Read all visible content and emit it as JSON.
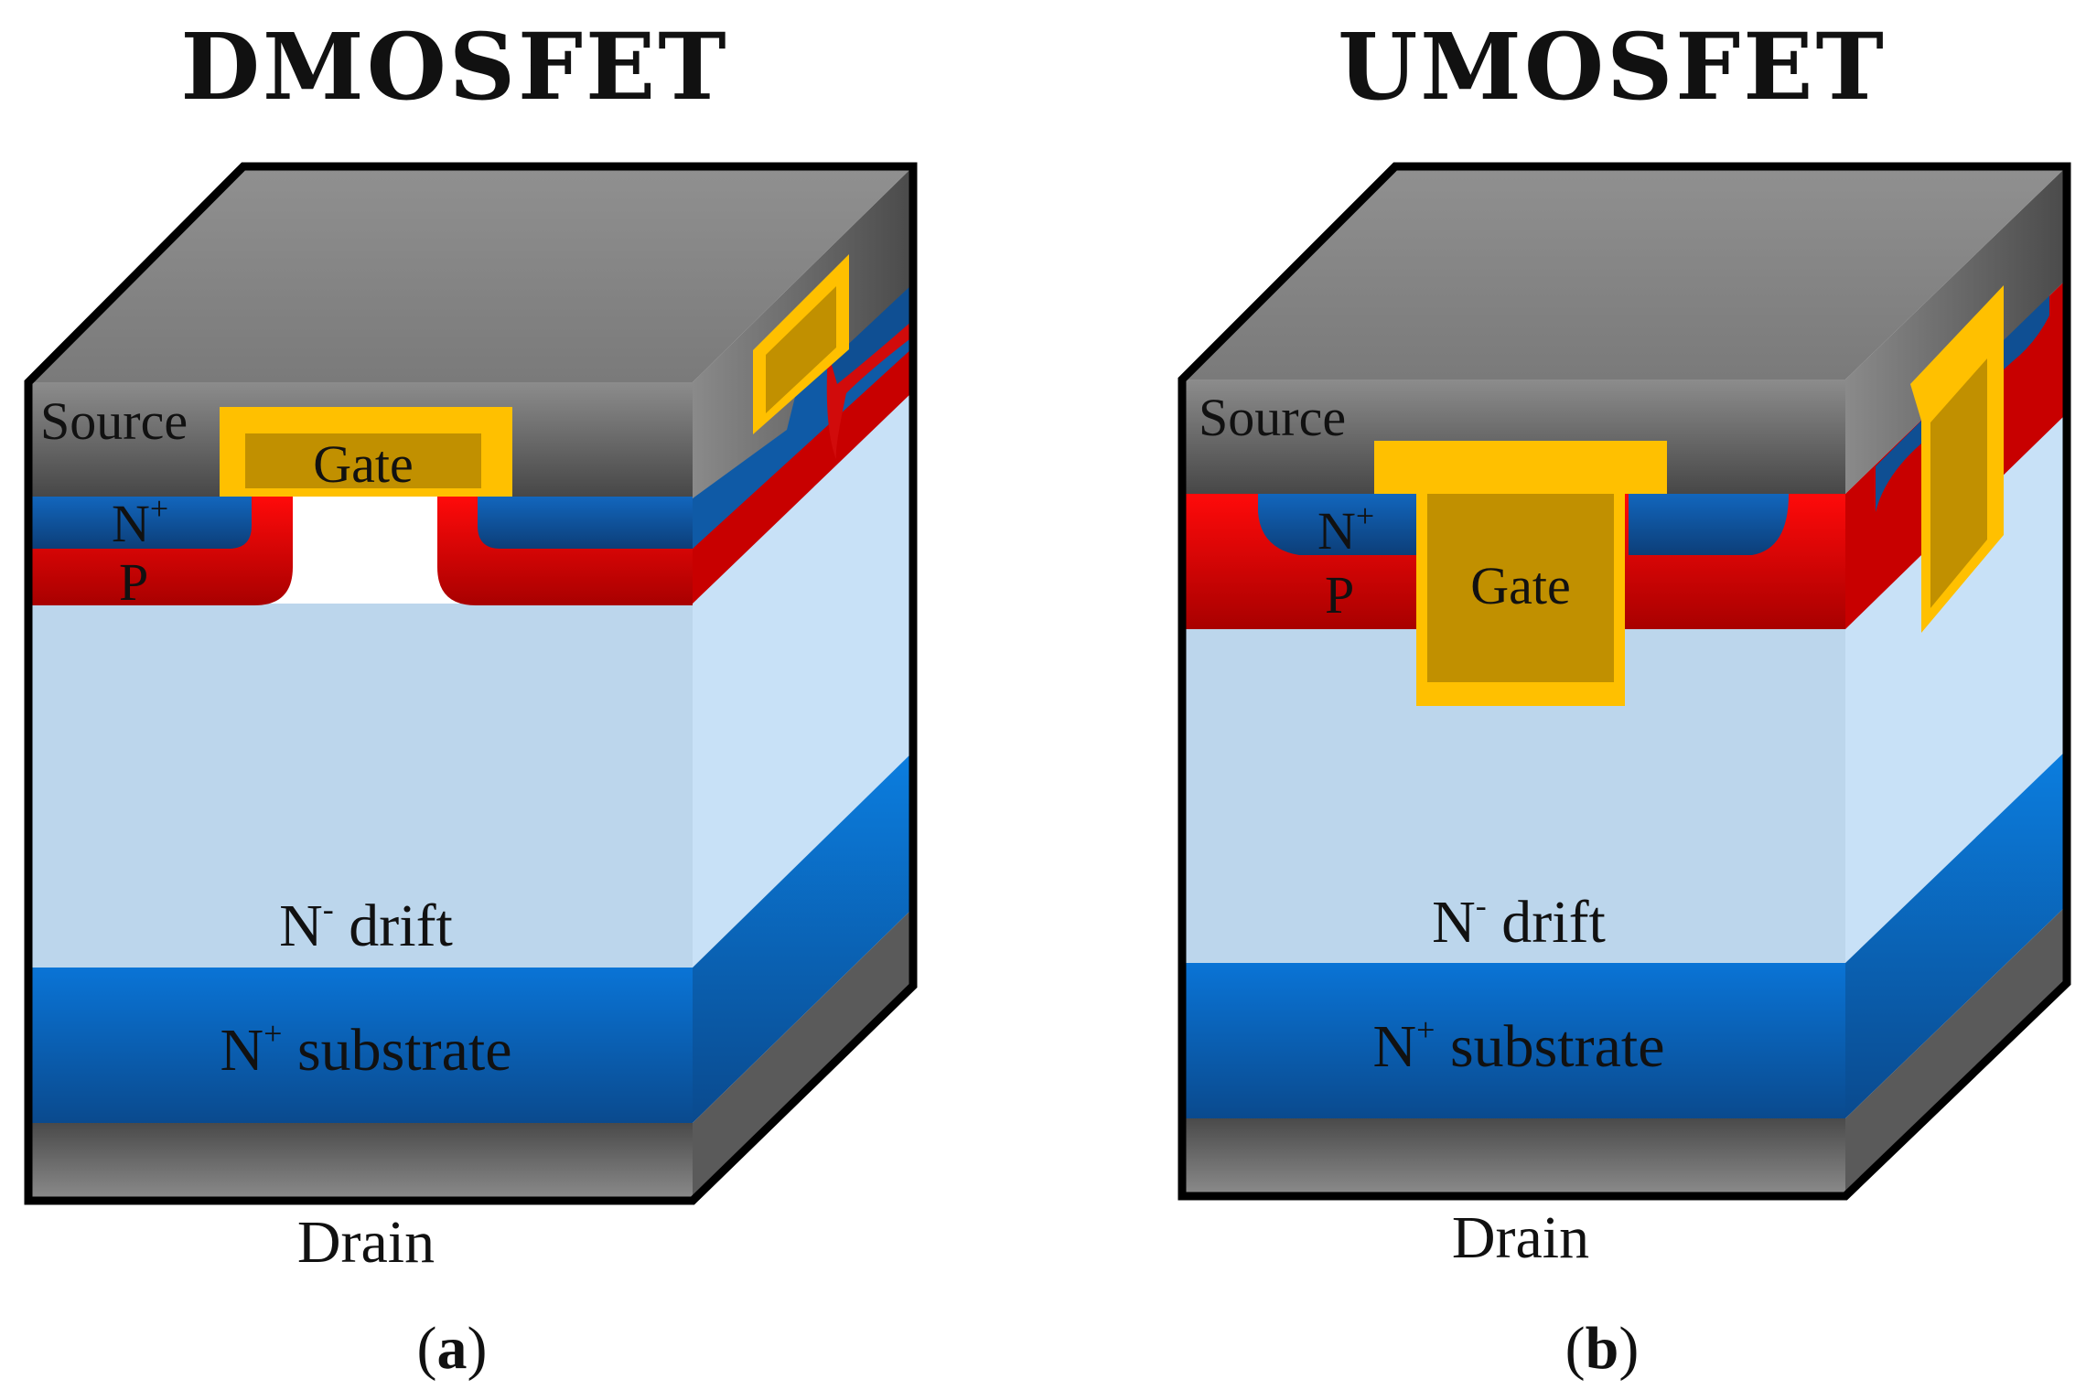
{
  "titles": {
    "left": "DMOSFET",
    "right": "UMOSFET"
  },
  "captions": {
    "left": {
      "open": "(",
      "letter": "a",
      "close": ")"
    },
    "right": {
      "open": "(",
      "letter": "b",
      "close": ")"
    }
  },
  "labels": {
    "source": "Source",
    "gate": "Gate",
    "n": "N",
    "plus": "+",
    "minus": "-",
    "p": "P",
    "drift": " drift",
    "substrate": " substrate",
    "drain": "Drain"
  },
  "colors": {
    "metal_top": "#8a8a8a",
    "metal_dark": "#4e4e4e",
    "drift": "#bcd6ec",
    "drift_side": "#c8e1f7",
    "substrate": "#0a5bb0",
    "n_plus": "#0f4f93",
    "p_region": "#d10b0b",
    "gate_oxide": "#ffc000",
    "gate_poly": "#c19000",
    "outline": "#000000"
  }
}
